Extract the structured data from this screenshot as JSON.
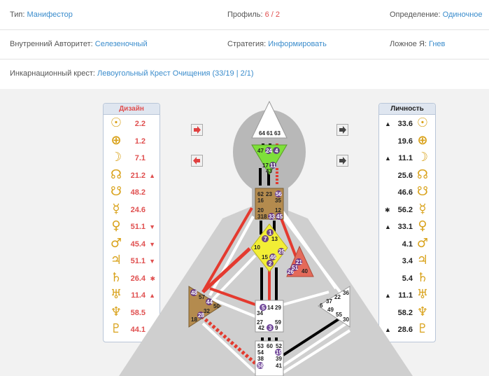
{
  "info": {
    "type_label": "Тип:",
    "type_value": "Манифестор",
    "profile_label": "Профиль:",
    "profile_value": "6 / 2",
    "definition_label": "Определение:",
    "definition_value": "Одиночное",
    "authority_label": "Внутренний Авторитет:",
    "authority_value": "Селезеночный",
    "strategy_label": "Стратегия:",
    "strategy_value": "Информировать",
    "notself_label": "Ложное Я:",
    "notself_value": "Гнев",
    "cross_label": "Инкарнационный крест:",
    "cross_value": "Левоугольный Крест Очищения (33/19 | 2/1)"
  },
  "design": {
    "title": "Дизайн",
    "rows": [
      {
        "glyph": "☉",
        "value": "2.2",
        "mark": ""
      },
      {
        "glyph": "⊕",
        "value": "1.2",
        "mark": ""
      },
      {
        "glyph": "☽",
        "value": "7.1",
        "mark": ""
      },
      {
        "glyph": "☊",
        "value": "21.2",
        "mark": "▲"
      },
      {
        "glyph": "☋",
        "value": "48.2",
        "mark": ""
      },
      {
        "glyph": "☿",
        "value": "24.6",
        "mark": ""
      },
      {
        "glyph": "♀",
        "value": "51.1",
        "mark": "▼"
      },
      {
        "glyph": "♂",
        "value": "45.4",
        "mark": "▼"
      },
      {
        "glyph": "♃",
        "value": "51.1",
        "mark": "▼"
      },
      {
        "glyph": "♄",
        "value": "26.4",
        "mark": "✱"
      },
      {
        "glyph": "♅",
        "value": "11.4",
        "mark": "▲"
      },
      {
        "glyph": "♆",
        "value": "58.5",
        "mark": ""
      },
      {
        "glyph": "♇",
        "value": "44.1",
        "mark": "▲"
      }
    ]
  },
  "personality": {
    "title": "Личность",
    "rows": [
      {
        "glyph": "☉",
        "value": "33.6",
        "mark": "▲"
      },
      {
        "glyph": "⊕",
        "value": "19.6",
        "mark": ""
      },
      {
        "glyph": "☽",
        "value": "11.1",
        "mark": "▲"
      },
      {
        "glyph": "☊",
        "value": "25.6",
        "mark": ""
      },
      {
        "glyph": "☋",
        "value": "46.6",
        "mark": ""
      },
      {
        "glyph": "☿",
        "value": "56.2",
        "mark": "✱"
      },
      {
        "glyph": "♀",
        "value": "33.1",
        "mark": "▲"
      },
      {
        "glyph": "♂",
        "value": "4.1",
        "mark": ""
      },
      {
        "glyph": "♃",
        "value": "3.4",
        "mark": ""
      },
      {
        "glyph": "♄",
        "value": "5.4",
        "mark": ""
      },
      {
        "glyph": "♅",
        "value": "11.1",
        "mark": "▲"
      },
      {
        "glyph": "♆",
        "value": "58.2",
        "mark": ""
      },
      {
        "glyph": "♇",
        "value": "28.6",
        "mark": "▲"
      }
    ]
  },
  "colors": {
    "accent": "#3a8ccc",
    "red": "#e05050",
    "gold": "#d9a21b",
    "head_green": "#7ee03a",
    "g_yellow": "#f2ee35",
    "brown": "#b48b4e",
    "ego_red": "#e46a5a"
  },
  "gates": {
    "head": [
      "64",
      "61",
      "63"
    ],
    "ajna": [
      "47",
      "24",
      "4",
      "17",
      "11",
      "43"
    ],
    "throat": [
      "62",
      "23",
      "56",
      "16",
      "35",
      "20",
      "12",
      "31",
      "8",
      "33",
      "45"
    ],
    "g": [
      "1",
      "7",
      "13",
      "10",
      "25",
      "15",
      "46",
      "2"
    ],
    "ego": [
      "21",
      "51",
      "26",
      "40"
    ],
    "spleen": [
      "48",
      "57",
      "44",
      "50",
      "32",
      "28",
      "18"
    ],
    "sacral": [
      "5",
      "14",
      "29",
      "34",
      "27",
      "59",
      "42",
      "3",
      "9"
    ],
    "solar": [
      "36",
      "22",
      "37",
      "6",
      "49",
      "55",
      "30"
    ],
    "root": [
      "53",
      "60",
      "52",
      "54",
      "19",
      "38",
      "39",
      "58",
      "41"
    ]
  }
}
